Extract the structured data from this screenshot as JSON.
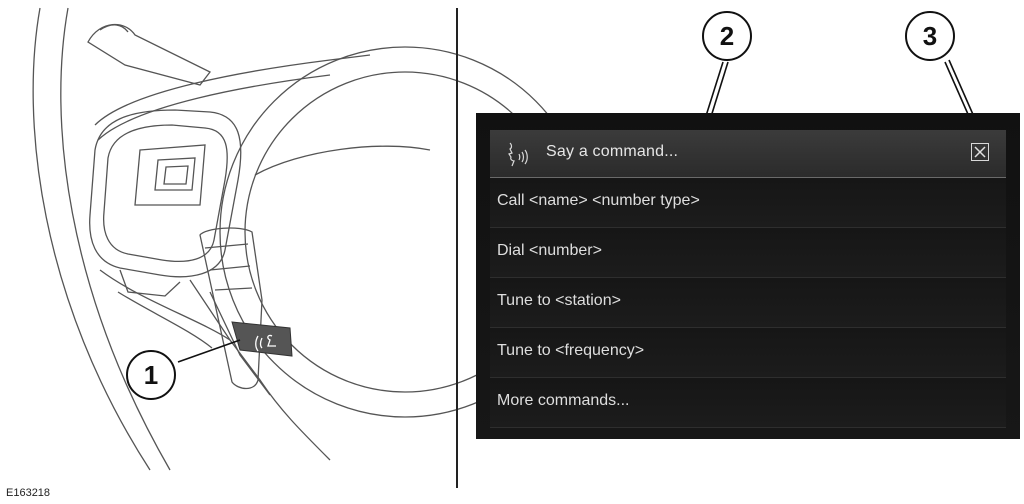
{
  "figure_id": "E163218",
  "callouts": [
    "1",
    "2",
    "3"
  ],
  "voice_panel": {
    "prompt": "Say a command...",
    "prompt_icon": "voice-speaking-icon",
    "close_icon": "close-icon",
    "commands": [
      "Call <name> <number type>",
      "Dial <number>",
      "Tune to <station>",
      "Tune to <frequency>",
      "More commands..."
    ]
  },
  "steering_wheel": {
    "voice_button_icon": "voice-command-icon"
  },
  "colors": {
    "screen_bg": "#111111",
    "header_bg": "#333333",
    "text": "#dedede",
    "line_art": "#555555"
  }
}
